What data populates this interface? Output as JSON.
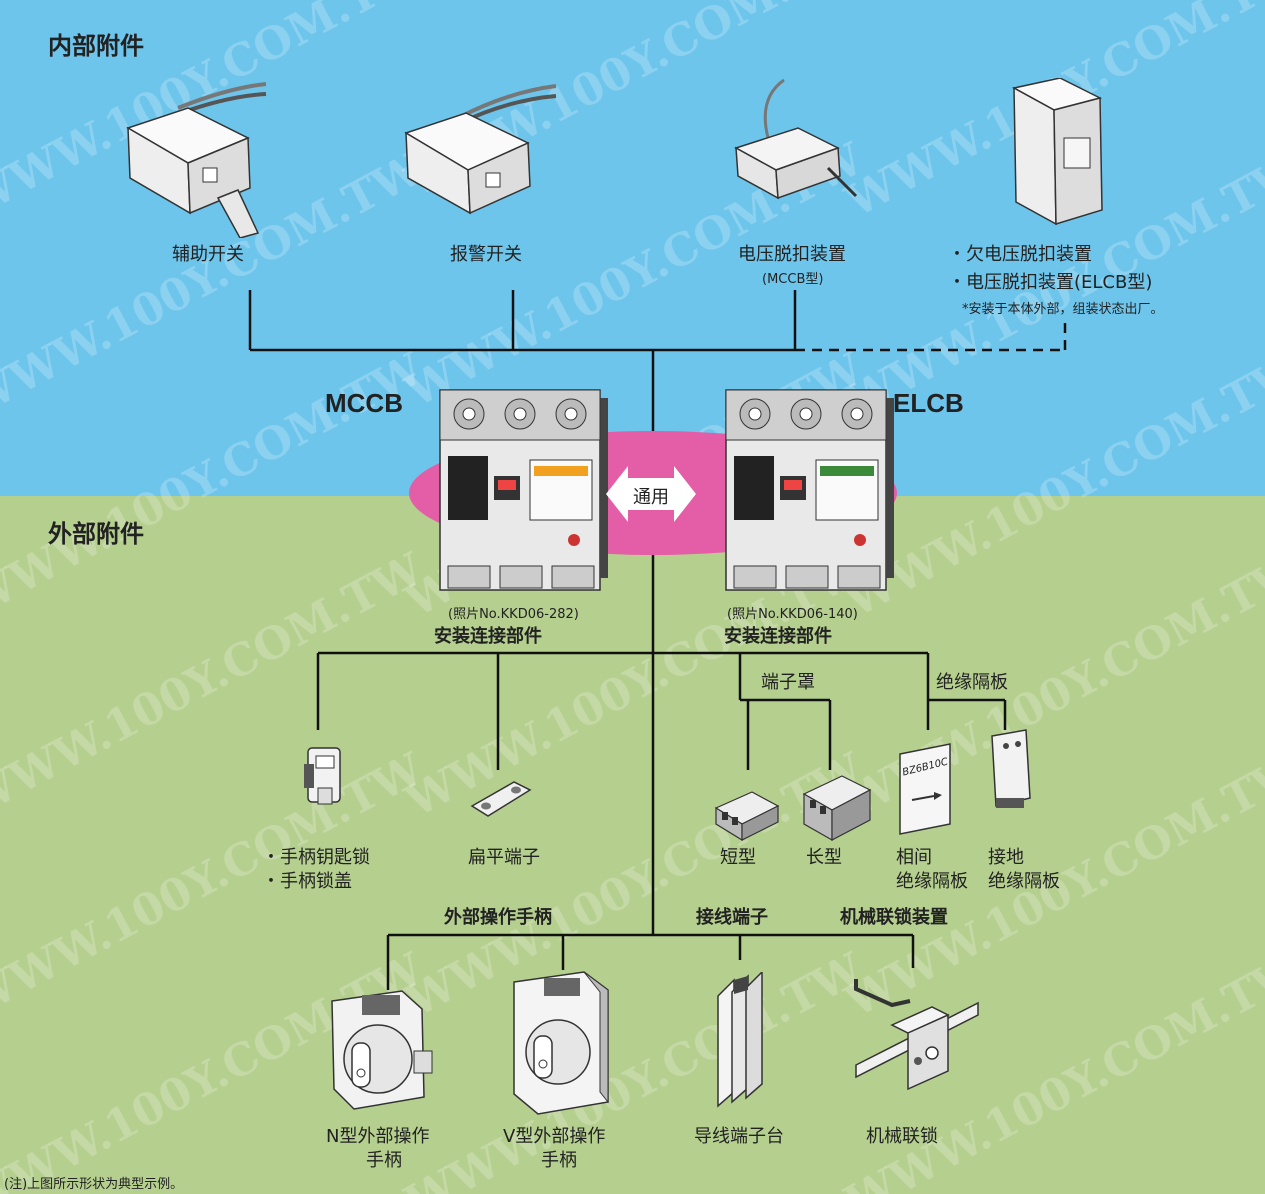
{
  "sections": {
    "internal": "内部附件",
    "external": "外部附件"
  },
  "watermark": "WWW.100Y.COM.TW",
  "internal_items": {
    "aux_switch": "辅助开关",
    "alarm_switch": "报警开关",
    "shunt_trip": "电压脱扣装置",
    "shunt_trip_sub": "(MCCB型)",
    "uv_trip_1": "・欠电压脱扣装置",
    "uv_trip_2": "・电压脱扣装置(ELCB型)",
    "uv_note": "*安装于本体外部，组装状态出厂。"
  },
  "breakers": {
    "mccb": "MCCB",
    "elcb": "ELCB",
    "common": "通用",
    "mccb_photo": "(照片No.KKD06-282)",
    "elcb_photo": "(照片No.KKD06-140)",
    "mount_parts": "安装连接部件"
  },
  "external_items": {
    "handle_lock_1": "・手柄钥匙锁",
    "handle_lock_2": "・手柄锁盖",
    "flat_terminal": "扁平端子",
    "terminal_cover": "端子罩",
    "short_type": "短型",
    "long_type": "长型",
    "barrier": "绝缘隔板",
    "phase_barrier_1": "相间",
    "phase_barrier_2": "绝缘隔板",
    "ground_barrier_1": "接地",
    "ground_barrier_2": "绝缘隔板",
    "barrier_code": "BZ6B10C",
    "ext_handle": "外部操作手柄",
    "wiring_terminal": "接线端子",
    "interlock_device": "机械联锁装置",
    "n_handle_1": "N型外部操作",
    "n_handle_2": "手柄",
    "v_handle_1": "V型外部操作",
    "v_handle_2": "手柄",
    "terminal_block": "导线端子台",
    "interlock": "机械联锁"
  },
  "footnote": "(注)上图所示形状为典型示例。",
  "colors": {
    "sky": "#6ec5ec",
    "grass": "#b5cf8f",
    "ellipse": "#e35ea6"
  }
}
